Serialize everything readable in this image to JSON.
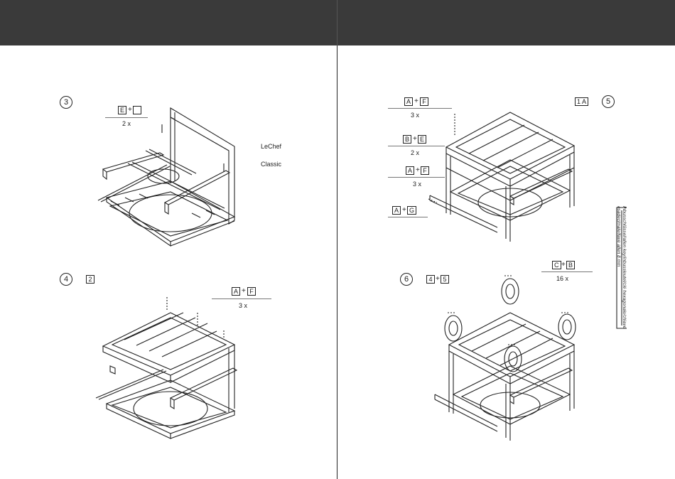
{
  "steps": {
    "s3": {
      "number": "3",
      "part_a": "E",
      "part_b": "",
      "qty": "2 x",
      "brand_1": "LeChef",
      "brand_2": "Classic"
    },
    "s4": {
      "number": "4",
      "ref": "2",
      "part_a": "A",
      "part_b": "F",
      "qty": "3 x"
    },
    "s5": {
      "number": "5",
      "ref": "1 A",
      "c1_a": "A",
      "c1_b": "F",
      "c1_qty": "3 x",
      "c2_a": "B",
      "c2_b": "E",
      "c2_qty": "2 x",
      "c3_a": "A",
      "c3_b": "F",
      "c3_qty": "3 x",
      "c4_a": "A",
      "c4_b": "G"
    },
    "s6": {
      "number": "6",
      "ref_a": "4",
      "ref_b": "5",
      "part_a": "C",
      "part_b": "B",
      "qty": "16 x"
    }
  },
  "plus": "+",
  "side_note": "Inbusschlüssel/allen key/inbussleutel/clé hexagonale/chiave esadecimale/llave allen 8 mm",
  "icons": [
    "table-frame-drawing",
    "table-top-drawing",
    "caster-wheel-drawing"
  ]
}
